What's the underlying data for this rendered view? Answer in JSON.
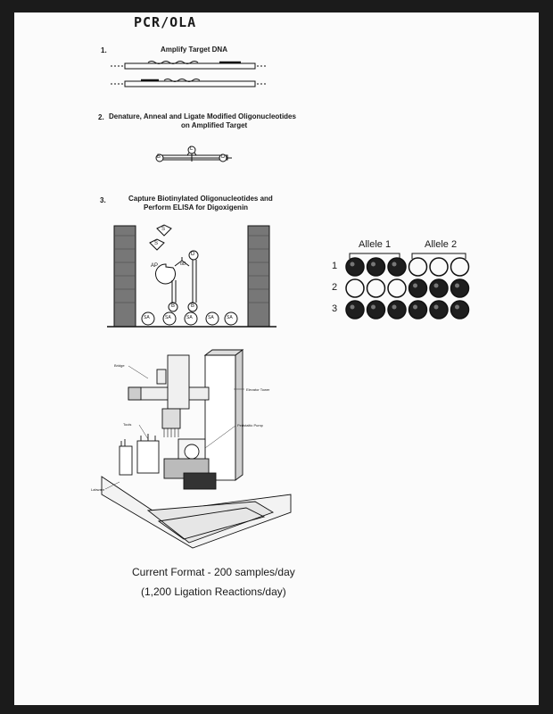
{
  "header": {
    "handwritten_title": "PCR/OLA"
  },
  "steps": [
    {
      "number": "1.",
      "title": "Amplify Target DNA"
    },
    {
      "number": "2.",
      "title_line1": "Denature, Anneal and Ligate Modified Oligonucleotides",
      "title_line2": "on Amplified Target"
    },
    {
      "number": "3.",
      "title_line1": "Capture Biotinylated Oligonucleotides and",
      "title_line2": "Perform ELISA for Digoxigenin"
    }
  ],
  "ligation_labels": {
    "left": "B",
    "middle": "L",
    "right": "D"
  },
  "elisa_labels": {
    "substrate": "S",
    "enzyme": "AP",
    "antibody": "αD",
    "digoxigenin": "D",
    "biotin": "B",
    "streptavidin": "SA"
  },
  "plate": {
    "groups": [
      "Allele 1",
      "Allele 2"
    ],
    "rows": [
      "1",
      "2",
      "3"
    ],
    "wells": [
      [
        1,
        1,
        1,
        0,
        0,
        0
      ],
      [
        0,
        0,
        0,
        1,
        1,
        1
      ],
      [
        1,
        1,
        1,
        1,
        1,
        1
      ]
    ]
  },
  "robot_labels": {
    "bridge": "Bridge",
    "elevator": "Elevator Tower",
    "pump": "Peristaltic Pump",
    "tools": "Tools",
    "labware": "Labware"
  },
  "footer": {
    "line1": "Current Format  -  200 samples/day",
    "line2": "(1,200 Ligation Reactions/day)"
  }
}
